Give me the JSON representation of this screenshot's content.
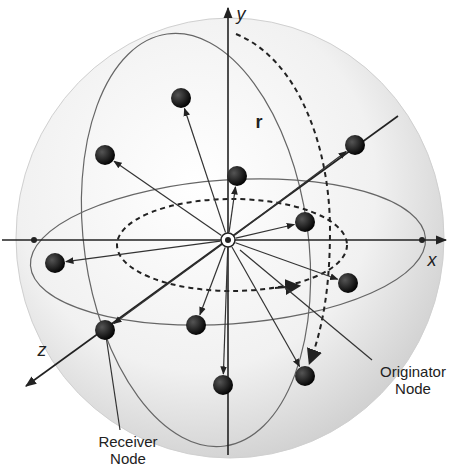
{
  "diagram": {
    "labels": [
      "y",
      "x",
      "z",
      "r",
      "Originator Node",
      "Receiver Node"
    ]
  }
}
